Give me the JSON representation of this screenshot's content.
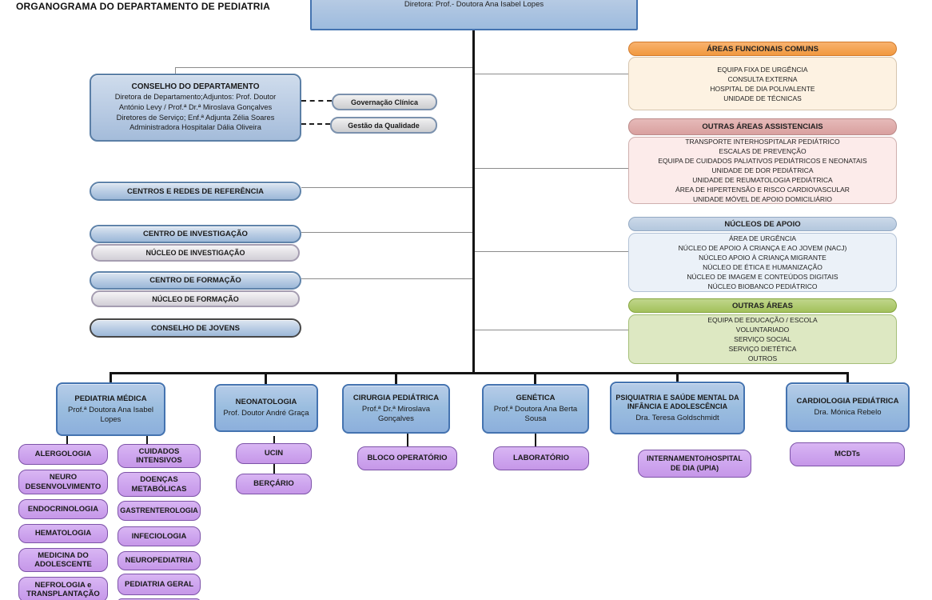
{
  "page_title": "ORGANOGRAMA  DO DEPARTAMENTO DE PEDIATRIA",
  "director_box": {
    "text": "Diretora: Prof.- Doutora Ana Isabel Lopes"
  },
  "conselho": {
    "title": "CONSELHO DO DEPARTAMENTO",
    "lines": [
      "Diretora de Departamento;Adjuntos: Prof. Doutor",
      "António Levy / Prof.ª Dr.ª Miroslava Gonçalves",
      "Diretores de Serviço; Enf.ª Adjunta Zélia Soares",
      "Administradora Hospitalar Dália Oliveira"
    ]
  },
  "management_pills": {
    "governacao": "Governação Clínica",
    "gestao": "Gestão da Qualidade"
  },
  "left_pills": {
    "centros_redes": "CENTROS E REDES  DE REFERÊNCIA",
    "centro_investigacao": "CENTRO DE INVESTIGAÇÃO",
    "nucleo_investigacao": "NÚCLEO DE INVESTIGAÇÃO",
    "centro_formacao": "CENTRO DE FORMAÇÃO",
    "nucleo_formacao": "NÚCLEO DE FORMAÇÃO",
    "conselho_jovens": "CONSELHO DE JOVENS"
  },
  "sections": [
    {
      "title": "ÁREAS FUNCIONAIS COMUNS",
      "items": [
        "EQUIPA FIXA DE URGÊNCIA",
        "CONSULTA EXTERNA",
        "HOSPITAL DE DIA POLIVALENTE",
        "UNIDADE DE TÉCNICAS"
      ]
    },
    {
      "title": "OUTRAS ÁREAS ASSISTENCIAIS",
      "items": [
        "TRANSPORTE INTERHOSPITALAR PEDIÁTRICO",
        "ESCALAS DE PREVENÇÃO",
        "EQUIPA DE CUIDADOS PALIATIVOS PEDIÁTRICOS E NEONATAIS",
        "UNIDADE DE DOR PEDIÁTRICA",
        "UNIDADE DE REUMATOLOGIA PEDIÁTRICA",
        "ÁREA DE HIPERTENSÃO E RISCO CARDIOVASCULAR",
        "UNIDADE MÓVEL DE APOIO DOMICILIÁRIO"
      ]
    },
    {
      "title": "NÚCLEOS DE APOIO",
      "items": [
        "ÁREA DE URGÊNCIA",
        "NÚCLEO DE APOIO À CRIANÇA E AO JOVEM (NACJ)",
        "NÚCLEO APOIO À CRIANÇA MIGRANTE",
        "NÚCLEO DE ÉTICA E HUMANIZAÇÃO",
        "NÚCLEO DE IMAGEM E CONTEÚDOS DIGITAIS",
        "NÚCLEO BIOBANCO PEDIÁTRICO"
      ]
    },
    {
      "title": "OUTRAS ÁREAS",
      "items": [
        "EQUIPA DE EDUCAÇÃO / ESCOLA",
        "VOLUNTARIADO",
        "SERVIÇO SOCIAL",
        "SERVIÇO DIETÉTICA",
        "OUTROS"
      ]
    }
  ],
  "departments": [
    {
      "title": "PEDIATRIA MÉDICA",
      "head": "Prof.ª Doutora Ana Isabel Lopes"
    },
    {
      "title": "NEONATOLOGIA",
      "head": "Prof. Doutor André Graça"
    },
    {
      "title": "CIRURGIA PEDIÁTRICA",
      "head": "Prof.ª Dr.ª Miroslava Gonçalves"
    },
    {
      "title": "GENÉTICA",
      "head": "Prof.ª Doutora Ana Berta Sousa"
    },
    {
      "title": "PSIQUIATRIA E SAÚDE MENTAL DA INFÂNCIA E ADOLESCÊNCIA",
      "head": "Dra. Teresa Goldschmidt"
    },
    {
      "title": "CARDIOLOGIA PEDIÁTRICA",
      "head": "Dra. Mónica Rebelo"
    }
  ],
  "units": {
    "pediatria_col1": [
      "ALERGOLOGIA",
      "NEURO DESENVOLVIMENTO",
      "ENDOCRINOLOGIA",
      "HEMATOLOGIA",
      "MEDICINA DO ADOLESCENTE",
      "NEFROLOGIA e TRANSPLANTAÇÃO"
    ],
    "pediatria_col2": [
      "CUIDADOS INTENSIVOS",
      "DOENÇAS METABÓLICAS",
      "GASTRENTEROLOGIA",
      "INFECIOLOGIA",
      "NEUROPEDIATRIA",
      "PEDIATRIA GERAL"
    ],
    "neonatologia": [
      "UCIN",
      "BERÇÁRIO"
    ],
    "cirurgia": [
      "BLOCO OPERATÓRIO"
    ],
    "genetica": [
      "LABORATÓRIO"
    ],
    "psiquiatria": [
      "INTERNAMENTO/HOSPITAL DE  DIA (UPIA)"
    ],
    "cardiologia": [
      "MCDTs"
    ]
  },
  "colors": {
    "box_blue_fill": "#9abddf",
    "box_blue_border": "#4473b0",
    "pill_gray_fill": "#dcdcde",
    "pill_gray_border": "#a59db1",
    "section_orange": "#f1993f",
    "section_pink": "#d9a09f",
    "section_blue": "#b3c7dd",
    "section_green": "#a3c15c",
    "unit_purple_fill": "#cda4ee",
    "unit_purple_border": "#7d53a8",
    "connector_thick": "#141414",
    "connector_thin": "#8c8c8c"
  }
}
